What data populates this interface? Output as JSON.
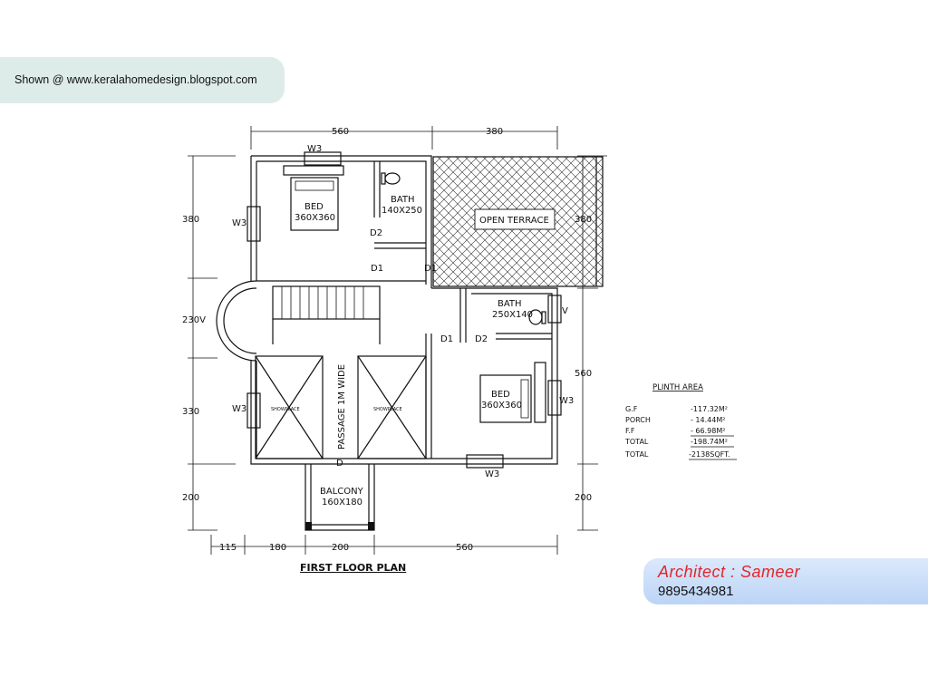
{
  "header": {
    "shown": "Shown @  www.keralahomedesign.blogspot.com"
  },
  "credit": {
    "architect": "Architect : Sameer",
    "phone": "9895434981"
  },
  "plan": {
    "title": "FIRST FLOOR PLAN",
    "dims": {
      "top_left": "560",
      "top_right": "380",
      "left_1": "380",
      "left_2": "230V",
      "left_3": "330",
      "left_4": "200",
      "right_1": "380",
      "right_2": "560",
      "right_3": "200",
      "bottom_1": "115",
      "bottom_2": "180",
      "bottom_3": "200",
      "bottom_4": "560"
    },
    "rooms": {
      "bed1": "BED",
      "bed1_size": "360X360",
      "bath1": "BATH",
      "bath1_size": "140X250",
      "terrace": "OPEN TERRACE",
      "bath2": "BATH",
      "bath2_size": "250X140",
      "bed2": "BED",
      "bed2_size": "360X360",
      "passage": "PASSAGE 1M WIDE",
      "balcony": "BALCONY",
      "balcony_size": "160X180",
      "skylight": "SHOWPLACE"
    },
    "marks": {
      "w3_top": "W3",
      "w3_left1": "W3",
      "w3_left2": "W3",
      "w3_right": "W3",
      "w3_bottom": "W3",
      "d2_a": "D2",
      "d1_a": "D1",
      "d1_b": "D1",
      "d1_c": "D1",
      "d2_b": "D2",
      "v": "V",
      "d": "D"
    }
  },
  "plinth": {
    "title": "PLINTH AREA",
    "rows": [
      {
        "label": "G.F",
        "value": "-117.32M²"
      },
      {
        "label": "PORCH",
        "value": "-  14.44M²"
      },
      {
        "label": "F.F",
        "value": "-  66.98M²"
      },
      {
        "label": "TOTAL",
        "value": "-198.74M²"
      },
      {
        "label": "TOTAL",
        "value": "-2138SQFT."
      }
    ]
  }
}
